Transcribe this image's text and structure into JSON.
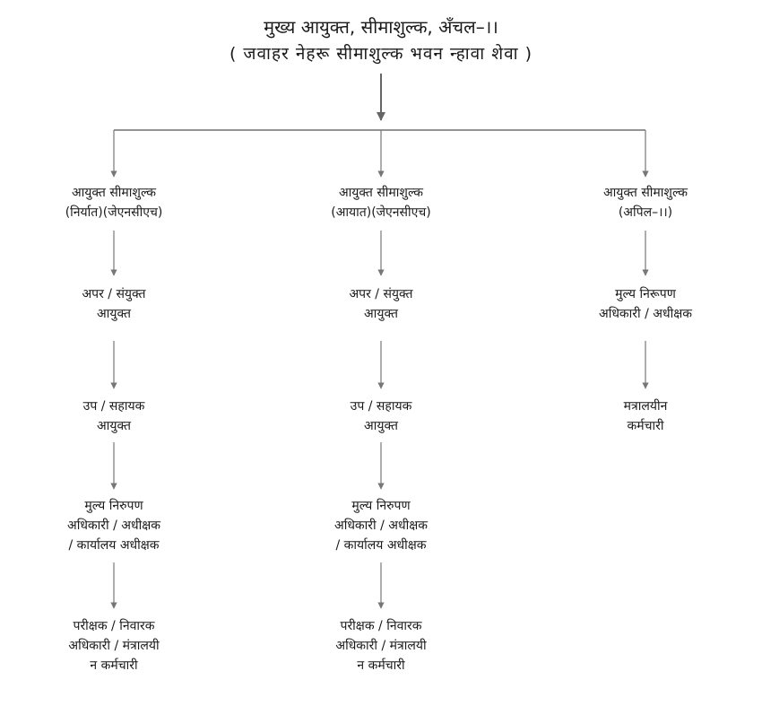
{
  "header": {
    "line1": "मुख्य आयुक्त, सीमाशुल्क, अँचल–।।",
    "line2": "( जवाहर नेहरू सीमाशुल्क भवन न्हावा शेवा )"
  },
  "columns": [
    {
      "nodes": [
        [
          "आयुक्त सीमाशुल्क",
          "(निर्यात)(जेएनसीएच)"
        ],
        [
          "अपर / संयुक्त",
          "आयुक्त"
        ],
        [
          "उप / सहायक",
          "आयुक्त"
        ],
        [
          "मुल्य निरुपण",
          "अधिकारी / अधीक्षक",
          "/ कार्यालय अधीक्षक"
        ],
        [
          "परीक्षक / निवारक",
          "अधिकारी / मंत्रालयी",
          "न कर्मचारी"
        ]
      ]
    },
    {
      "nodes": [
        [
          "आयुक्त सीमाशुल्क",
          "(आयात)(जेएनसीएच)"
        ],
        [
          "अपर / संयुक्त",
          "आयुक्त"
        ],
        [
          "उप / सहायक",
          "आयुक्त"
        ],
        [
          "मुल्य निरुपण",
          "अधिकारी / अधीक्षक",
          "/ कार्यालय अधीक्षक"
        ],
        [
          "परीक्षक / निवारक",
          "अधिकारी / मंत्रालयी",
          "न कर्मचारी"
        ]
      ]
    },
    {
      "nodes": [
        [
          "आयुक्त सीमाशुल्क",
          "(अपिल–।।)"
        ],
        [
          "मुल्य निरूपण",
          "अधिकारी / अधीक्षक"
        ],
        [
          "मत्रालयीन",
          "कर्मचारी"
        ]
      ]
    }
  ]
}
